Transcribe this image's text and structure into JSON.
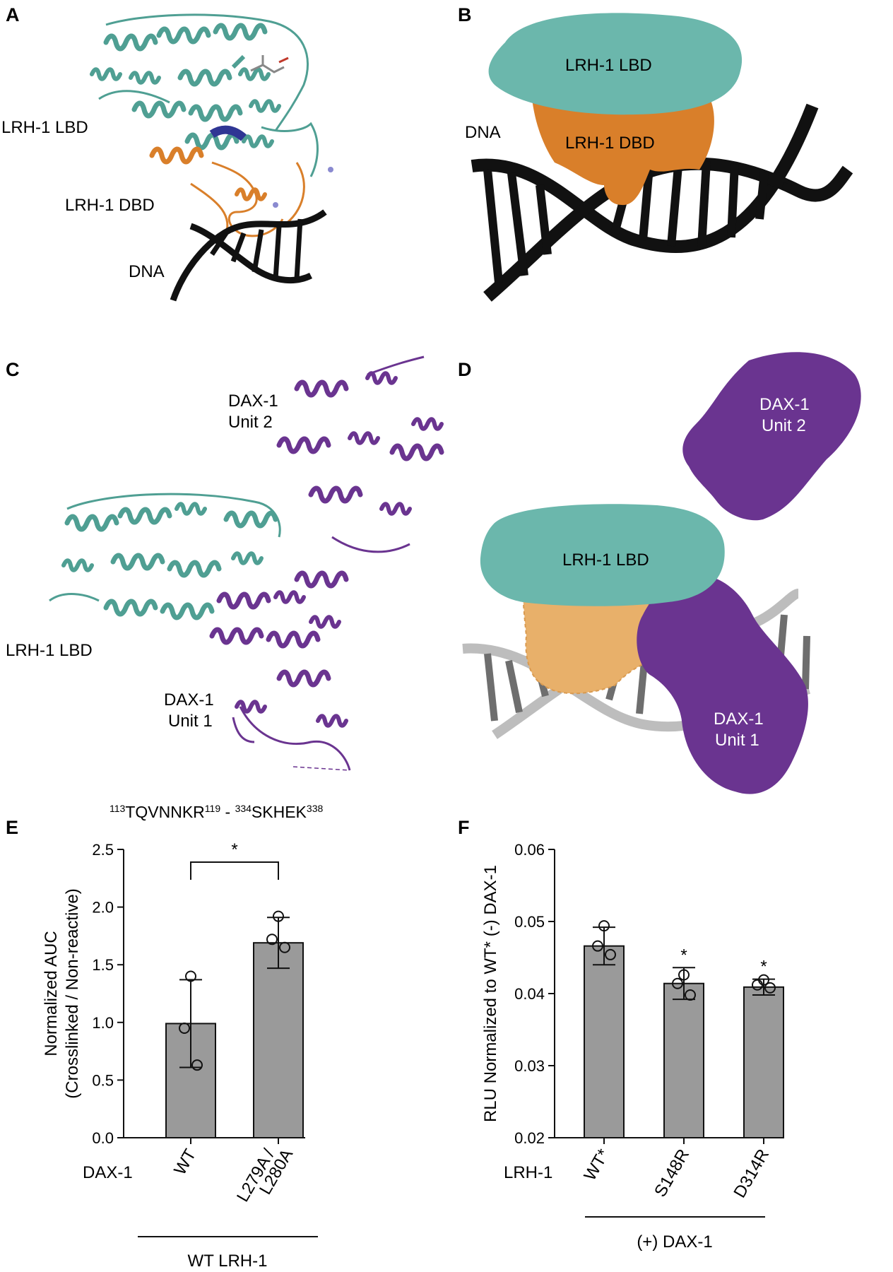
{
  "panels": {
    "a": {
      "letter": "A",
      "labels": {
        "lbd": "LRH-1 LBD",
        "dbd": "LRH-1 DBD",
        "dna": "DNA"
      }
    },
    "b": {
      "letter": "B",
      "labels": {
        "lbd": "LRH-1 LBD",
        "dbd": "LRH-1 DBD",
        "dna": "DNA"
      }
    },
    "c": {
      "letter": "C",
      "labels": {
        "dax2_l1": "DAX-1",
        "dax2_l2": "Unit 2",
        "lbd": "LRH-1 LBD",
        "dax1_l1": "DAX-1",
        "dax1_l2": "Unit 1"
      }
    },
    "d": {
      "letter": "D",
      "labels": {
        "dax2_l1": "DAX-1",
        "dax2_l2": "Unit 2",
        "lbd": "LRH-1 LBD",
        "dax1_l1": "DAX-1",
        "dax1_l2": "Unit 1"
      }
    },
    "e": {
      "letter": "E",
      "peptide": {
        "n1": "113",
        "s1": "TQVNNKR",
        "n2": "119",
        "sep": " - ",
        "n3": "334",
        "s2": "SKHEK",
        "n4": "338"
      },
      "row_label": "DAX-1",
      "group_label": "WT LRH-1",
      "sig": "*"
    },
    "f": {
      "letter": "F",
      "row_label": "LRH-1",
      "group_label": "(+) DAX-1",
      "sig": "*"
    }
  },
  "colors": {
    "teal": "#6bb7ac",
    "orange": "#d97f2a",
    "light_orange": "#e8b06a",
    "purple": "#6a3490",
    "navy": "#2f3694",
    "dna_black": "#111111",
    "dna_gray": "#bdbdbd",
    "bar_gray": "#9a9a9a"
  },
  "chart_data": [
    {
      "type": "bar",
      "panel": "E",
      "title": "113TQVNNKR119 - 334SKHEK338",
      "ylabel": [
        "Normalized AUC",
        "(Crosslinked / Non-reactive)"
      ],
      "ylim": [
        0,
        2.5
      ],
      "yticks": [
        "0.0",
        "0.5",
        "1.0",
        "1.5",
        "2.0",
        "2.5"
      ],
      "categories": [
        [
          "WT"
        ],
        [
          "L279A /",
          "L280A"
        ]
      ],
      "values": [
        0.99,
        1.69
      ],
      "errors": [
        0.38,
        0.22
      ],
      "points": [
        [
          1.4,
          0.95,
          0.63
        ],
        [
          1.92,
          1.72,
          1.65
        ]
      ],
      "significance": [
        {
          "from": 0,
          "to": 1,
          "label": "*"
        }
      ]
    },
    {
      "type": "bar",
      "panel": "F",
      "ylabel": [
        "RLU Normalized to WT* (-) DAX-1"
      ],
      "ylim": [
        0.02,
        0.06
      ],
      "yticks": [
        "0.02",
        "0.03",
        "0.04",
        "0.05",
        "0.06"
      ],
      "categories": [
        [
          "WT*"
        ],
        [
          "S148R"
        ],
        [
          "D314R"
        ]
      ],
      "values": [
        0.0466,
        0.0414,
        0.0409
      ],
      "errors": [
        0.0026,
        0.0022,
        0.0011
      ],
      "points": [
        [
          0.0494,
          0.0466,
          0.0454
        ],
        [
          0.0426,
          0.0414,
          0.0398
        ],
        [
          0.0419,
          0.0412,
          0.0408
        ]
      ],
      "significance_labels": [
        "",
        "*",
        "*"
      ]
    }
  ]
}
